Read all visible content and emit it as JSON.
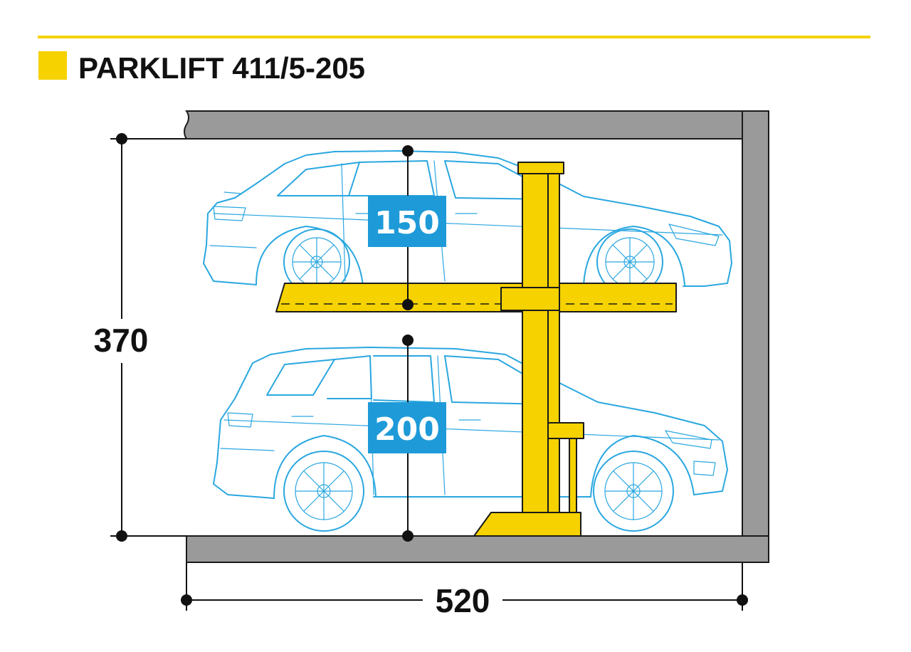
{
  "header": {
    "title": "PARKLIFT 411/5-205"
  },
  "dimensions": {
    "total_height": "370",
    "total_width": "520",
    "upper_clearance": "150",
    "lower_clearance": "200"
  },
  "colors": {
    "accent_yellow": "#f5d200",
    "car_blue": "#2aa7e0",
    "label_blue": "#1e9ad8",
    "wall_gray": "#9a9a9a",
    "line_black": "#111111"
  }
}
